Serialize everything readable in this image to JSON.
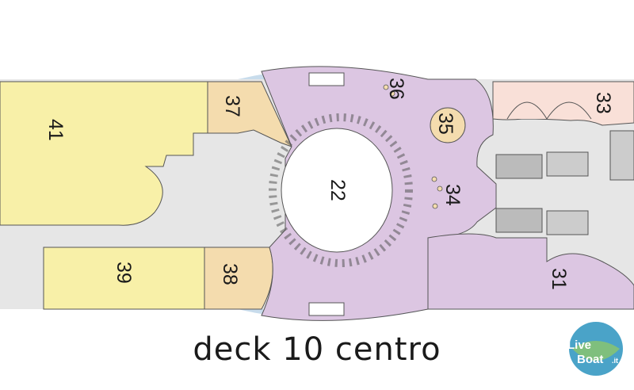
{
  "caption": "deck 10 centro",
  "areas": {
    "a41": "41",
    "a37": "37",
    "a36": "36",
    "a35": "35",
    "a33": "33",
    "a22": "22",
    "a34": "34",
    "a39": "39",
    "a38": "38",
    "a31": "31"
  },
  "logo": {
    "line1": "Live",
    "line2": "Boat",
    "suffix": ".it"
  },
  "colors": {
    "yellow": "#f8f0a8",
    "tan": "#f4dcae",
    "lilac": "#dcc6e2",
    "pink": "#f9e0d8",
    "gray": "#e6e6e6",
    "blue_dome": "#c8dcec"
  }
}
